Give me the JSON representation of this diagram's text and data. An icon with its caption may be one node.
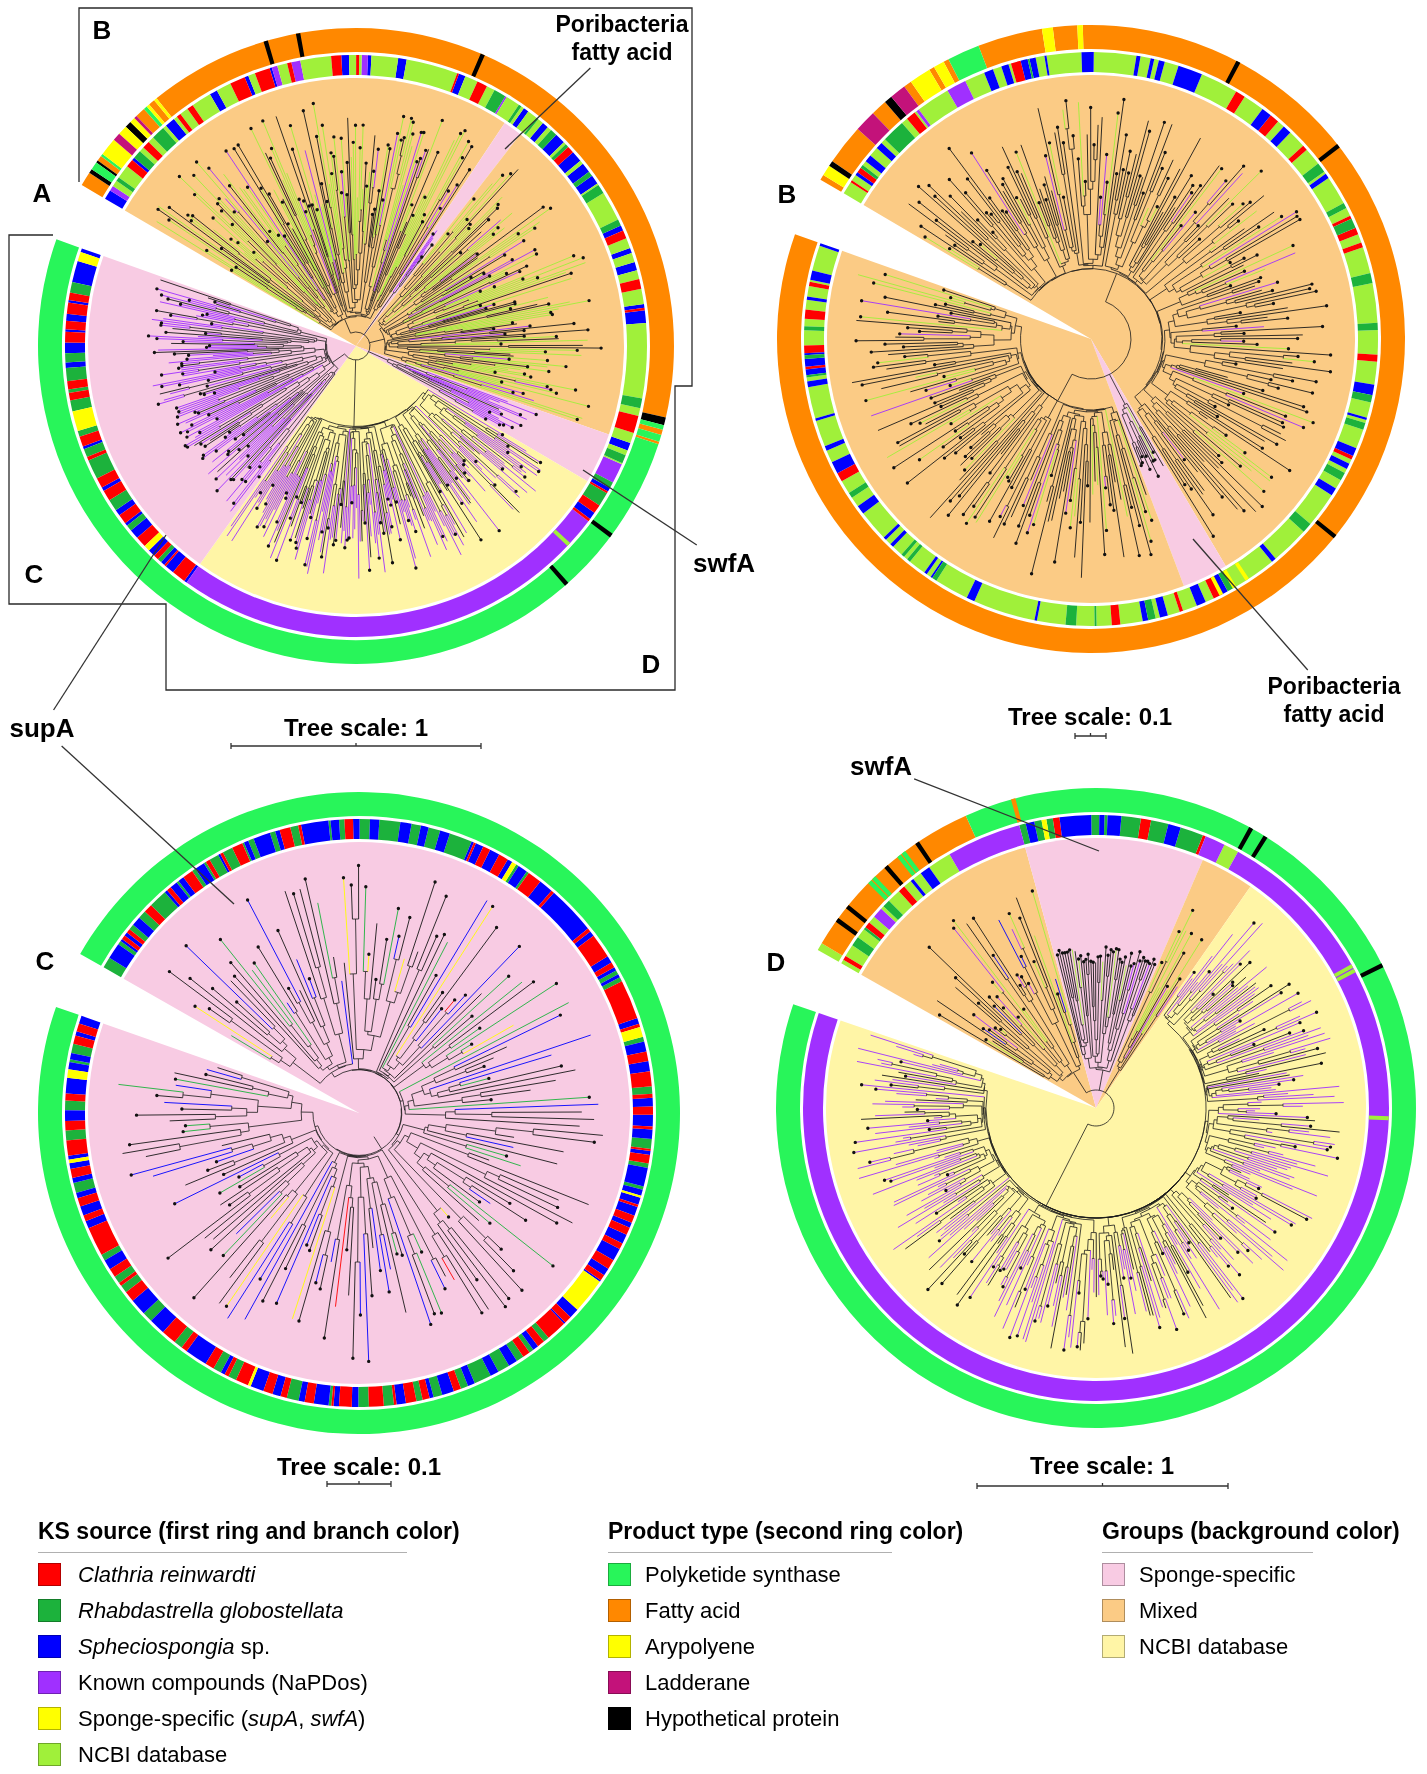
{
  "diagram": {
    "nodes": [
      {
        "text": [
          "Poribacteria fatty acid"
        ]
      },
      {
        "text": [
          "swfA"
        ]
      },
      {
        "text": [
          "supA"
        ]
      },
      {
        "text": [
          "Poribacteria fatty acid"
        ]
      },
      {
        "text": [
          "swfA"
        ]
      }
    ],
    "edges": [
      {
        "from": 0,
        "to": null,
        "arrow": "none"
      },
      {
        "from": 1,
        "to": null,
        "arrow": "none"
      },
      {
        "from": 2,
        "to": null,
        "arrow": "none"
      },
      {
        "from": 2,
        "to": null,
        "arrow": "none"
      },
      {
        "from": 3,
        "to": null,
        "arrow": "none"
      },
      {
        "from": 4,
        "to": null,
        "arrow": "none"
      }
    ],
    "labels": [
      "B",
      "A",
      "C",
      "D",
      "Tree scale: 1",
      "B",
      "Tree scale: 0.1",
      "C",
      "Tree scale: 0.1",
      "D",
      "Tree scale: 1",
      "KS source (first ring and branch color)",
      "Product type (second ring color)",
      "Groups (background color)"
    ],
    "legend": [
      {
        "text": "Clathria reinwardti",
        "color": "#ff0000"
      },
      {
        "text": "Rhabdastrella globostellata",
        "color": "#1cb23c"
      },
      {
        "text": "*Spheciospongia* sp.",
        "color": "#0000ff"
      },
      {
        "text": "Known compounds (NaPDos)",
        "color": "#a030ff"
      },
      {
        "text": "Sponge-specific (*supA*, *swfA*)",
        "color": "#ffff00"
      },
      {
        "text": "NCBI database",
        "color": "#a0f03a"
      },
      {
        "text": "Polyketide synthase",
        "color": "#28f55a"
      },
      {
        "text": "Fatty acid",
        "color": "#ff8800"
      },
      {
        "text": "Arypolyene",
        "color": "#ffff00"
      },
      {
        "text": "Ladderane",
        "color": "#c3127a"
      },
      {
        "text": "Hypothetical protein",
        "color": "#000000"
      },
      {
        "text": "Sponge-specific",
        "color": "#f8cbe3"
      },
      {
        "text": "Mixed",
        "color": "#fbcb85"
      },
      {
        "text": "NCBI database",
        "color": "#fff5a6"
      }
    ]
  }
}
